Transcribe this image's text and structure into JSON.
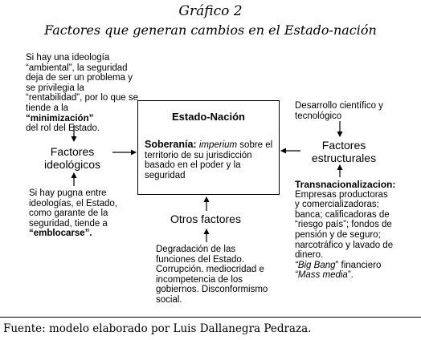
{
  "title": "Gráfico 2",
  "subtitle": "Factores que generan cambios en el Estado-nación",
  "center": {
    "title": "Estado-Nación",
    "sov_label": "Soberanía:",
    "sov_italic": "imperium",
    "sov_text": " sobre el territorio de su jurisdicción basado en el poder y la seguridad"
  },
  "ideological": {
    "label_line1": "Factores",
    "label_line2": "ideológicos",
    "top_l1": "Si hay una ideología",
    "top_l2": "“ambiental”, la seguridad",
    "top_l3": "deja de ser un problema y",
    "top_l4": "se privilegia la",
    "top_l5": "“rentabilidad”, por lo que se",
    "top_l6_pre": "tiende a la ",
    "top_l6_bold": "“minimización”",
    "top_l7": "del rol del Estado.",
    "bottom_l1": "Si hay pugna entre",
    "bottom_l2": "ideologías, el Estado,",
    "bottom_l3": "como garante de la",
    "bottom_l4": "seguridad, tiende a",
    "bottom_l5": "“emblocarse”."
  },
  "structural": {
    "label_line1": "Factores",
    "label_line2": "estructurales",
    "top_l1": "Desarrollo científico y",
    "top_l2": "tecnológico",
    "heading": "Transnacionalizacion:",
    "l1": "Empresas productoras",
    "l2": "y comercializadoras;",
    "l3": "banca; calificadoras de",
    "l4": "“riesgo país”; fondos de",
    "l5": "pensión y de seguro;",
    "l6": "narcotráfico y lavado de",
    "l7": "dinero.",
    "l8_italic": "“Big Bang",
    "l8_rest": "” financiero",
    "l9_italic": "“Mass media",
    "l9_rest": "”."
  },
  "others": {
    "label": "Otros factores",
    "l1": "Degradación de las",
    "l2": "funciones del Estado.",
    "l3": "Corrupción. mediocridad e",
    "l4": "incompetencia de los",
    "l5": "gobiernos. Disconformismo",
    "l6": "social."
  },
  "source": "Fuente: modelo elaborado por Luis Dallanegra Pedraza."
}
